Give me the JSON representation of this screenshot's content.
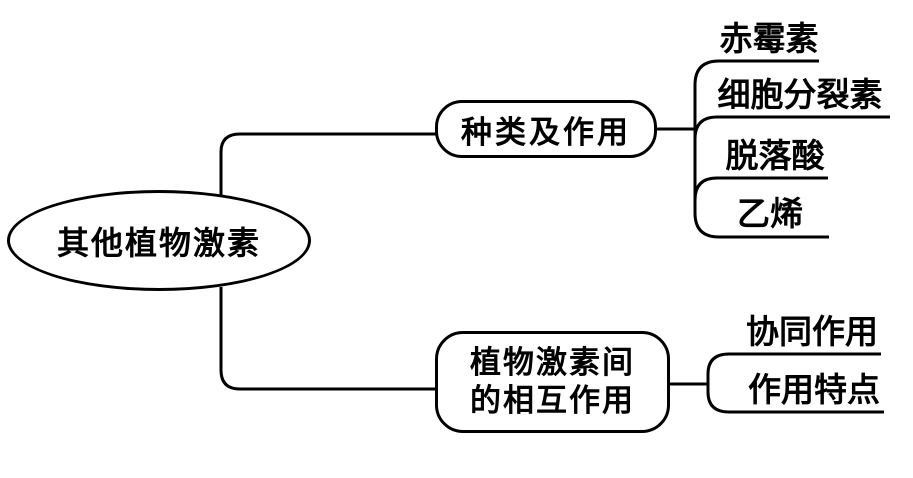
{
  "diagram": {
    "root": {
      "label": "其他植物激素",
      "shape": "ellipse"
    },
    "branches": [
      {
        "label": "种类及作用",
        "shape": "rounded-rect",
        "children": [
          {
            "label": "赤霉素"
          },
          {
            "label": "细胞分裂素"
          },
          {
            "label": "脱落酸"
          },
          {
            "label": "乙烯"
          }
        ]
      },
      {
        "label": "植物激素间的相互作用",
        "label_lines": [
          "植物激素间",
          "的相互作用"
        ],
        "shape": "rounded-rect",
        "children": [
          {
            "label": "协同作用"
          },
          {
            "label": "作用特点"
          }
        ]
      }
    ],
    "colors": {
      "stroke": "#000000",
      "background": "#ffffff",
      "text": "#000000"
    }
  }
}
